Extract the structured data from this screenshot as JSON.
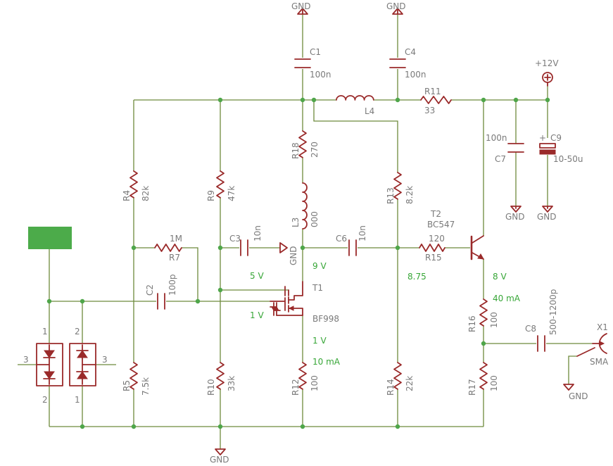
{
  "power": {
    "gnd": "GND",
    "supply": "+12V"
  },
  "components": {
    "c1": {
      "ref": "C1",
      "value": "100n"
    },
    "c4": {
      "ref": "C4",
      "value": "100n"
    },
    "l4": {
      "ref": "L4"
    },
    "r11": {
      "ref": "R11",
      "value": "33"
    },
    "c7": {
      "ref": "C7",
      "value": "100n"
    },
    "c9": {
      "ref": "C9",
      "value": "10-50u",
      "polarity": "+"
    },
    "r4": {
      "ref": "R4",
      "value": "82k"
    },
    "r9": {
      "ref": "R9",
      "value": "47k"
    },
    "r18": {
      "ref": "R18",
      "value": "270"
    },
    "l3": {
      "ref": "L3",
      "value": "000"
    },
    "r13": {
      "ref": "R13",
      "value": "8.2k"
    },
    "r7": {
      "ref": "R7",
      "value": "1M"
    },
    "c3": {
      "ref": "C3",
      "value": "10n"
    },
    "c6": {
      "ref": "C6",
      "value": "10n"
    },
    "r15": {
      "ref": "R15",
      "value": "120"
    },
    "t2": {
      "ref": "T2",
      "value": "BC547"
    },
    "c2": {
      "ref": "C2",
      "value": "100p"
    },
    "t1": {
      "ref": "T1",
      "value": "BF998"
    },
    "r16": {
      "ref": "R16",
      "value": "100"
    },
    "c8": {
      "ref": "C8",
      "value": "500-1200p"
    },
    "x1": {
      "ref": "X1",
      "value": "SMA"
    },
    "r5": {
      "ref": "R5",
      "value": "7.5k"
    },
    "r10": {
      "ref": "R10",
      "value": "33k"
    },
    "r12": {
      "ref": "R12",
      "value": "100"
    },
    "r14": {
      "ref": "R14",
      "value": "22k"
    },
    "r17": {
      "ref": "R17",
      "value": "100"
    }
  },
  "diode_pins": {
    "left": {
      "top": "1",
      "bottom": "2",
      "side": "3"
    },
    "right": {
      "top": "2",
      "bottom": "1",
      "side": "3"
    }
  },
  "annotations": {
    "v_gate2": "5 V",
    "v_drain": "9 V",
    "v_base": "8.75",
    "v_emitter": "8 V",
    "i_t2": "40 mA",
    "v_gate1": "1 V",
    "v_source": "1 V",
    "i_t1": "10 mA"
  },
  "colors": {
    "wire": "#6e8a3c",
    "part": "#9a2a2a",
    "junction": "#4fa64a",
    "label": "#7a7a7a",
    "annotation": "#37a637",
    "input_pad": "#4cab4a"
  }
}
